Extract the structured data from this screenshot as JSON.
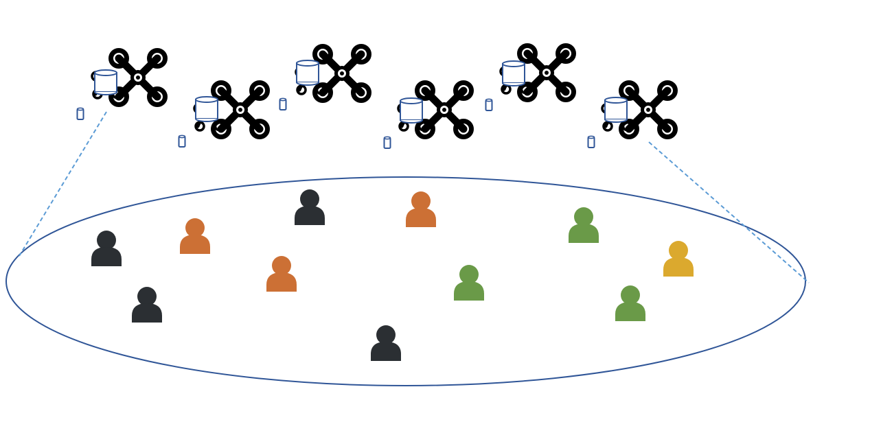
{
  "colors": {
    "drone": "#000000",
    "cache": "#2f5597",
    "coverage_ellipse": "#2f5597",
    "beam_line": "#5b9bd5",
    "user_black": "#2b2f33",
    "user_orange": "#cc7035",
    "user_green": "#6a9a48",
    "user_yellow": "#dba92e"
  },
  "icons": {
    "uav": "drone-icon",
    "cache": "cache-cylinder-icon",
    "user": "user-icon"
  },
  "drones": [
    {
      "id": "uav-1"
    },
    {
      "id": "uav-2"
    },
    {
      "id": "uav-3"
    },
    {
      "id": "uav-4"
    },
    {
      "id": "uav-5"
    },
    {
      "id": "uav-6"
    }
  ],
  "users": [
    {
      "group": "black"
    },
    {
      "group": "black"
    },
    {
      "group": "black"
    },
    {
      "group": "black"
    },
    {
      "group": "orange"
    },
    {
      "group": "orange"
    },
    {
      "group": "orange"
    },
    {
      "group": "green"
    },
    {
      "group": "green"
    },
    {
      "group": "green"
    },
    {
      "group": "yellow"
    }
  ]
}
